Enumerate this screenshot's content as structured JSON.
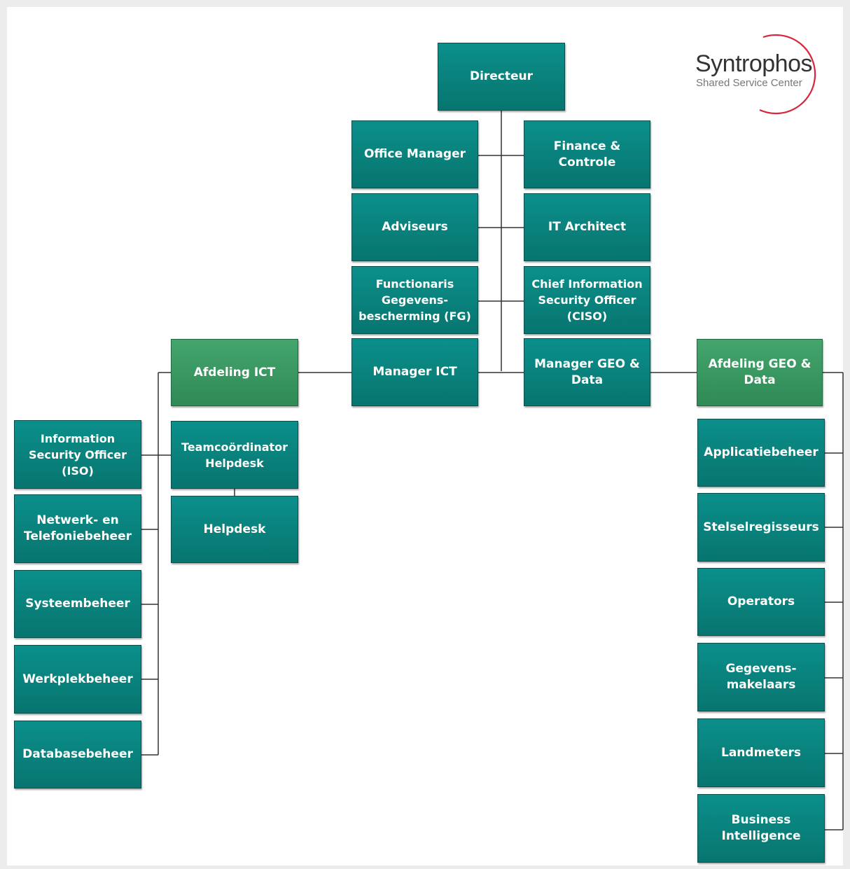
{
  "logo": {
    "name": "Syntrophos",
    "subtitle": "Shared Service Center",
    "accent_color": "#d9263c"
  },
  "colors": {
    "role_box": "#08756f",
    "department_box": "#2f8a55",
    "connector": "#333333"
  },
  "top": {
    "director": "Directeur"
  },
  "staff_left": {
    "office_manager": "Office Manager",
    "adviseurs": "Adviseurs",
    "fg": "Functionaris\nGegevens-\nbescherming (FG)",
    "manager_ict": "Manager ICT"
  },
  "staff_right": {
    "finance": "Finance &\nControle",
    "it_architect": "IT Architect",
    "ciso": "Chief Information\nSecurity Officer\n(CISO)",
    "manager_geo": "Manager GEO &\nData"
  },
  "ict": {
    "department": "Afdeling ICT",
    "teamcoordinator": "Teamcoördinator\nHelpdesk",
    "helpdesk": "Helpdesk",
    "units": [
      "Information\nSecurity Officer\n(ISO)",
      "Netwerk- en\nTelefoniebeheer",
      "Systeembeheer",
      "Werkplekbeheer",
      "Databasebeheer"
    ]
  },
  "geo": {
    "department": "Afdeling GEO &\nData",
    "units": [
      "Applicatiebeheer",
      "Stelselregisseurs",
      "Operators",
      "Gegevens-\nmakelaars",
      "Landmeters",
      "Business\nIntelligence"
    ]
  }
}
